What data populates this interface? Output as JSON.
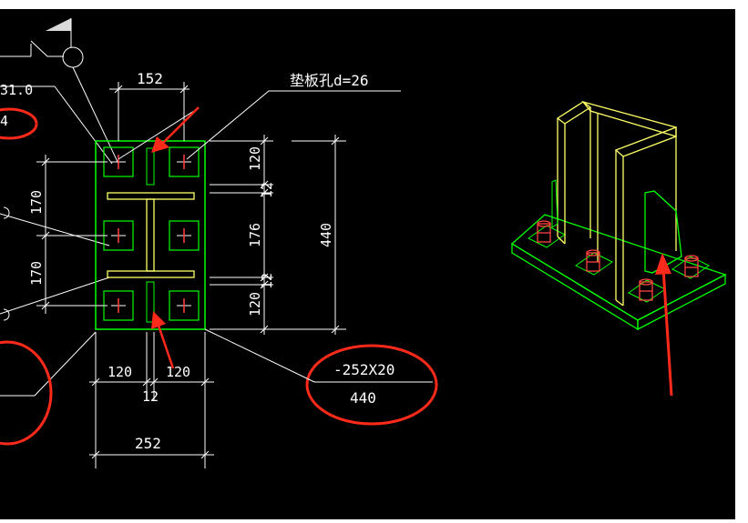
{
  "drawing": {
    "partial_label_top_left": "31.0",
    "partial_label_circled_left": "4",
    "hole_note": "垫板孔d=26",
    "dim_top_width": "152",
    "dim_right_segments": [
      "120",
      "12",
      "176",
      "12",
      "120"
    ],
    "dim_right_total": "440",
    "dim_left_segments": [
      "170",
      "170"
    ],
    "dim_bottom_segments": [
      "120",
      "120"
    ],
    "dim_bottom_gap": "12",
    "dim_bottom_total": "252",
    "plate_spec_top": "-252X20",
    "plate_spec_bottom": "440"
  },
  "colors": {
    "background": "#000000",
    "plate": "#00ff00",
    "column": "#ffff66",
    "dimension": "#ffffff",
    "bolt": "#ff4040",
    "annotation": "#ff2a1a"
  }
}
